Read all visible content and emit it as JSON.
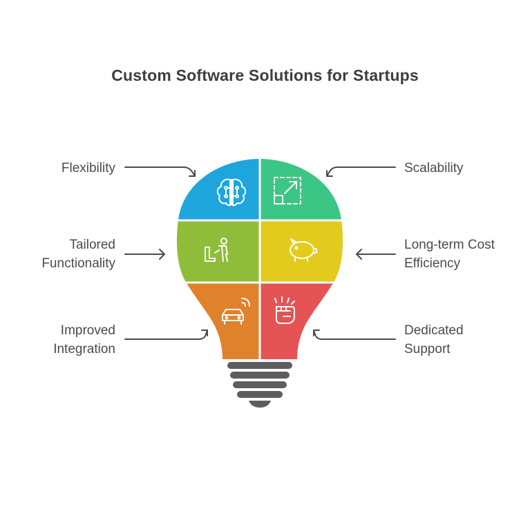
{
  "title": "Custom Software Solutions for Startups",
  "segments": [
    {
      "id": "flexibility",
      "lines": [
        "Flexibility"
      ],
      "color": "#1ea6dc",
      "icon": "brain-icon"
    },
    {
      "id": "scalability",
      "lines": [
        "Scalability"
      ],
      "color": "#3cc685",
      "icon": "resize-arrows-icon"
    },
    {
      "id": "tailored-functionality",
      "lines": [
        "Tailored",
        "Functionality"
      ],
      "color": "#8fbd3a",
      "icon": "person-at-desk-icon"
    },
    {
      "id": "long-term-cost-efficiency",
      "lines": [
        "Long-term Cost",
        "Efficiency"
      ],
      "color": "#e2cb1c",
      "icon": "piggy-bank-icon"
    },
    {
      "id": "improved-integration",
      "lines": [
        "Improved",
        "Integration"
      ],
      "color": "#e0822c",
      "icon": "connected-car-icon"
    },
    {
      "id": "dedicated-support",
      "lines": [
        "Dedicated",
        "Support"
      ],
      "color": "#e55454",
      "icon": "raised-fist-icon"
    }
  ],
  "colors": {
    "text": "#4a4a4a",
    "title": "#3d3d3d",
    "arrow": "#4a4a4a",
    "base": "#5d5d5d"
  }
}
